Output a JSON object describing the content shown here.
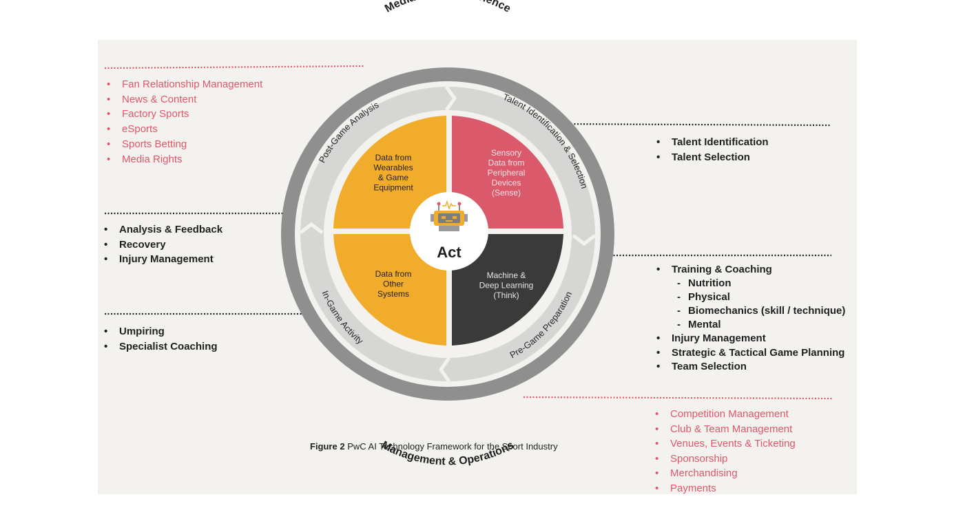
{
  "outer_ring": {
    "top_label": "Media & Fan Experience",
    "bottom_label": "Management & Operations"
  },
  "inner_ring": {
    "post_game": "Post-Game Analysis",
    "talent": "Talent Identification & Selection",
    "pre_game": "Pre-Game Preparation",
    "in_game": "In-Game Activity"
  },
  "quadrants": {
    "top_left": [
      "Data from",
      "Wearables",
      "& Game",
      "Equipment"
    ],
    "top_right": [
      "Sensory",
      "Data from",
      "Peripheral",
      "Devices",
      "(Sense)"
    ],
    "bottom_left": [
      "Data from",
      "Other",
      "Systems"
    ],
    "bottom_right": [
      "Machine &",
      "Deep Learning",
      "(Think)"
    ]
  },
  "center": {
    "label": "Act",
    "icon": "robot-icon"
  },
  "lists": {
    "media": [
      "Fan Relationship Management",
      "News & Content",
      "Factory Sports",
      "eSports",
      "Sports Betting",
      "Media Rights"
    ],
    "post_game": [
      "Analysis & Feedback",
      "Recovery",
      "Injury Management"
    ],
    "in_game": [
      "Umpiring",
      "Specialist Coaching"
    ],
    "talent": [
      "Talent Identification",
      "Talent Selection"
    ],
    "pre_game": [
      {
        "text": "Training & Coaching",
        "level": 0
      },
      {
        "text": "Nutrition",
        "level": 1
      },
      {
        "text": "Physical",
        "level": 1
      },
      {
        "text": "Biomechanics (skill / technique)",
        "level": 1
      },
      {
        "text": "Mental",
        "level": 1
      },
      {
        "text": "Injury Management",
        "level": 0
      },
      {
        "text": "Strategic & Tactical Game Planning",
        "level": 0
      },
      {
        "text": "Team Selection",
        "level": 0
      }
    ],
    "management": [
      "Competition Management",
      "Club & Team Management",
      "Venues, Events & Ticketing",
      "Sponsorship",
      "Merchandising",
      "Payments"
    ]
  },
  "caption": {
    "bold": "Figure 2",
    "text": " PwC AI Technology Framework for the Sport Industry"
  },
  "colors": {
    "outer_ring": "#8c8c8c",
    "inner_ring": "#d4d4d4",
    "orange": "#f2ac2b",
    "red": "#da5a6b",
    "dark": "#3a3a3a",
    "red_text": "#e0566a"
  }
}
